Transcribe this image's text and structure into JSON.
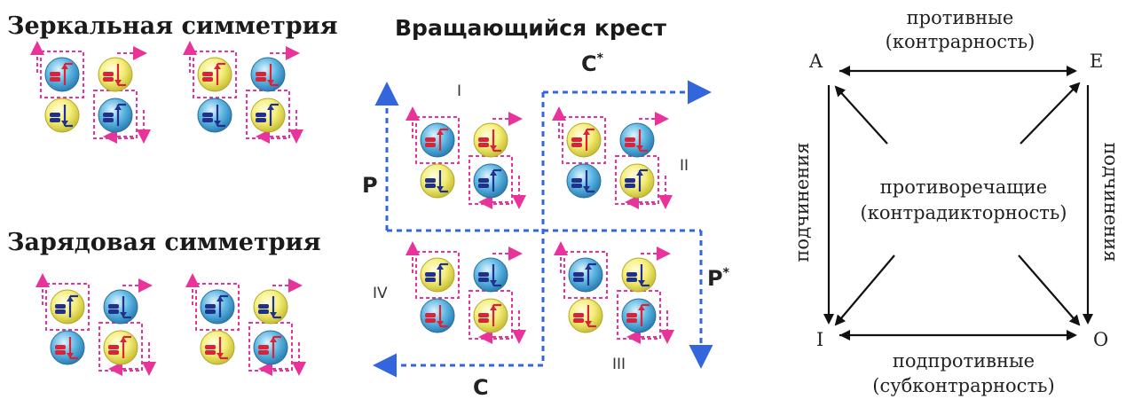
{
  "mirror_symmetry": {
    "title": "Зеркальная симметрия"
  },
  "charge_symmetry": {
    "title": "Зарядовая  симметрия"
  },
  "rotating_cross": {
    "title": "Вращающийся крест",
    "quadrants": [
      "I",
      "II",
      "III",
      "IV"
    ],
    "labels": {
      "c_star": "C",
      "c_star_sup": "*",
      "p": "P",
      "p_star": "P",
      "p_star_sup": "*",
      "c": "C"
    }
  },
  "square_of_opposition": {
    "corners": {
      "a": "A",
      "e": "E",
      "i": "I",
      "o": "O"
    },
    "top_line1": "противные",
    "top_line2": "(контрарность)",
    "left_side": "подчинения",
    "right_side": "подчинения",
    "center_line1": "противоречащие",
    "center_line2": "(контрадикторность)",
    "bottom_line1": "подпротивные",
    "bottom_line2": "(субконтрарность)"
  },
  "colors": {
    "blue_ball": "#4aa9d8",
    "yellow_ball": "#f3ec7a",
    "red_bar": "#d9233a",
    "navy_bar": "#20308c",
    "pink_dash": "#e8349a",
    "blue_dash": "#3366dd"
  }
}
